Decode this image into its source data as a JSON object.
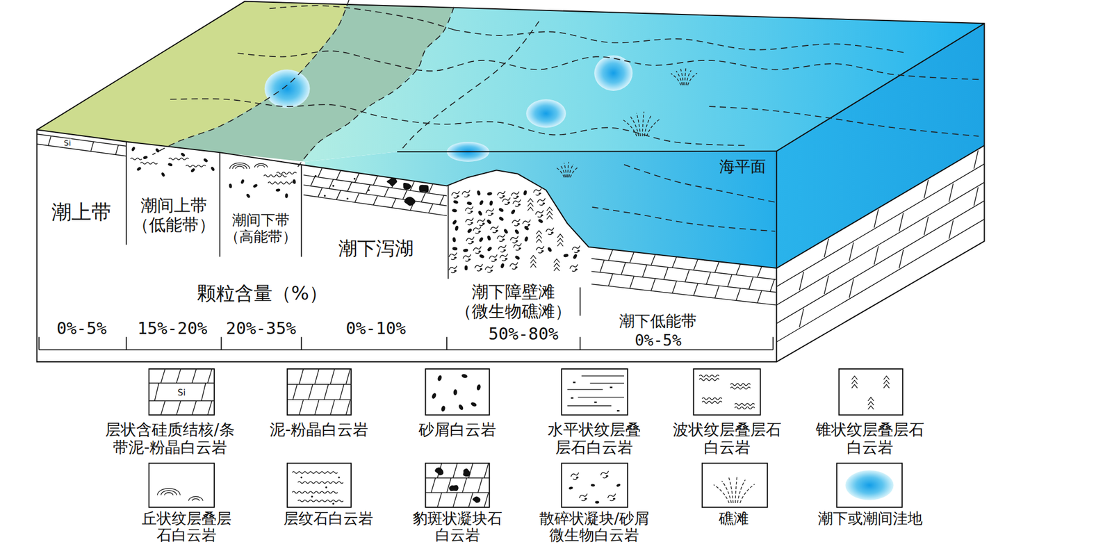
{
  "diagram": {
    "labels": [
      "Si",
      "潮上带",
      "潮间上带 （低能带）",
      "潮间下带 （高能带）",
      "潮下泻湖",
      "颗粒含量（%）",
      "潮下障壁滩 （微生物礁滩）",
      "潮下低能带",
      "0%-5%",
      "15%-20%",
      "20%-35%",
      "0%-10%",
      "50%-80%",
      "0%-5%",
      "海平面",
      "Si"
    ],
    "legend": [
      {
        "text": "层状含硅质结核/条 带泥-粉晶白云岩"
      },
      {
        "text": "泥-粉晶白云岩"
      },
      {
        "text": "砂屑白云岩"
      },
      {
        "text": "水平状纹层叠 层石白云岩"
      },
      {
        "text": "波状纹层叠层石 白云岩"
      },
      {
        "text": "锥状纹层叠层石 白云岩"
      },
      {
        "text": "丘状纹层叠层 石白云岩"
      },
      {
        "text": "层纹石白云岩"
      },
      {
        "text": "豹斑状凝块石 白云岩"
      },
      {
        "text": "散碎状凝块/砂屑 微生物白云岩"
      },
      {
        "text": "礁滩"
      },
      {
        "text": "潮下或潮间洼地"
      }
    ]
  }
}
